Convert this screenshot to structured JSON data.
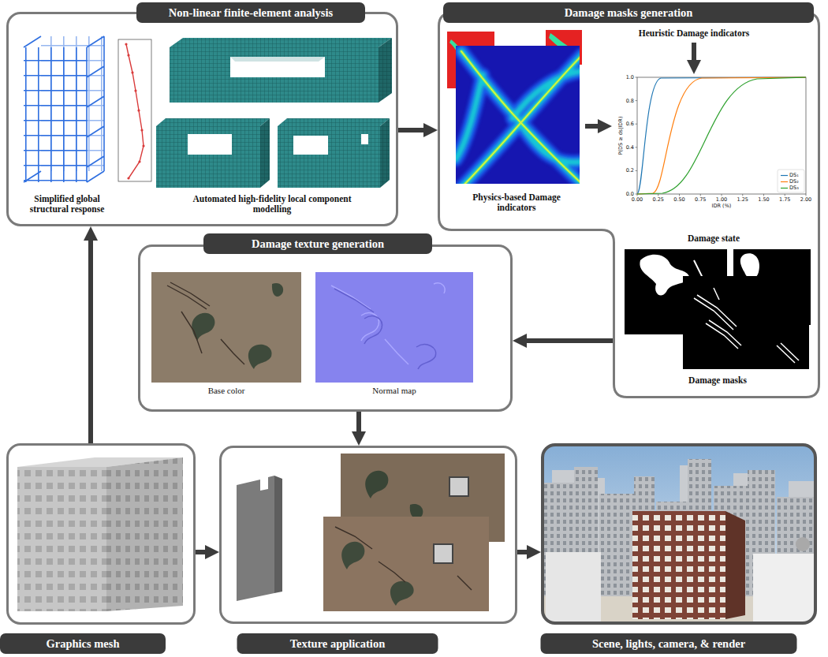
{
  "diagram": {
    "nodes": [
      {
        "text": [
          "Non-linear finite-element analysis"
        ]
      },
      {
        "text": [
          "Damage masks generation"
        ]
      },
      {
        "text": [
          "Damage texture generation"
        ]
      },
      {
        "text": [
          "Graphics mesh"
        ]
      },
      {
        "text": [
          "Texture application"
        ]
      },
      {
        "text": [
          "Scene, lights, camera, & render"
        ]
      }
    ],
    "edges": [
      {
        "from": 3,
        "to": 0,
        "arrow": "to"
      },
      {
        "from": 0,
        "to": 1,
        "arrow": "to"
      },
      {
        "from": 1,
        "to": 2,
        "arrow": "to"
      },
      {
        "from": 2,
        "to": 4,
        "arrow": "to"
      },
      {
        "from": 3,
        "to": 4,
        "arrow": "to"
      },
      {
        "from": 4,
        "to": 5,
        "arrow": "to"
      }
    ],
    "labels": [
      "Simplified global structural response",
      "Automated high-fidelity local component modelling",
      "Physics-based Damage indicators",
      "Heuristic Damage indicators",
      "P(DS ≥ ds|IDR)",
      "0.0",
      "0.2",
      "0.4",
      "0.6",
      "0.8",
      "1.0",
      "0.00",
      "0.25",
      "0.50",
      "0.75",
      "1.00",
      "1.25",
      "1.50",
      "1.75",
      "2.00",
      "IDR (%)",
      "Damage state",
      "Damage masks",
      "Base color",
      "Normal map"
    ],
    "legend": [
      {
        "text": "DS₁"
      },
      {
        "text": "DS₂"
      },
      {
        "text": "DS₃"
      }
    ]
  }
}
